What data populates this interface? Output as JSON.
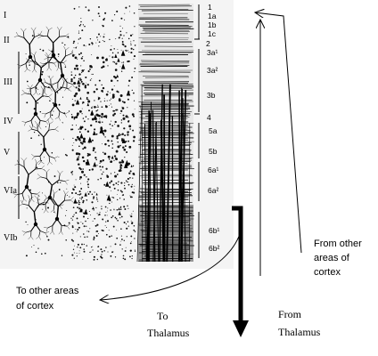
{
  "layers_left": [
    "I",
    "II",
    "III",
    "IV",
    "V",
    "VIa",
    "VIb"
  ],
  "layers_right": [
    "1",
    "1a",
    "1b",
    "1c",
    "2",
    "3a¹",
    "3a²",
    "3b",
    "4",
    "5a",
    "5b",
    "6a¹",
    "6a²",
    "6b¹",
    "6b²"
  ],
  "labels": {
    "from_cortex": [
      "From other",
      "areas of",
      "cortex"
    ],
    "to_cortex": [
      "To other areas",
      "of cortex"
    ],
    "to_thalamus": [
      "To",
      "Thalamus"
    ],
    "from_thalamus": [
      "From",
      "Thalamus"
    ]
  },
  "colors": {
    "ink": "#000000",
    "panel": "#f4f4f4",
    "paper": "#ffffff"
  }
}
